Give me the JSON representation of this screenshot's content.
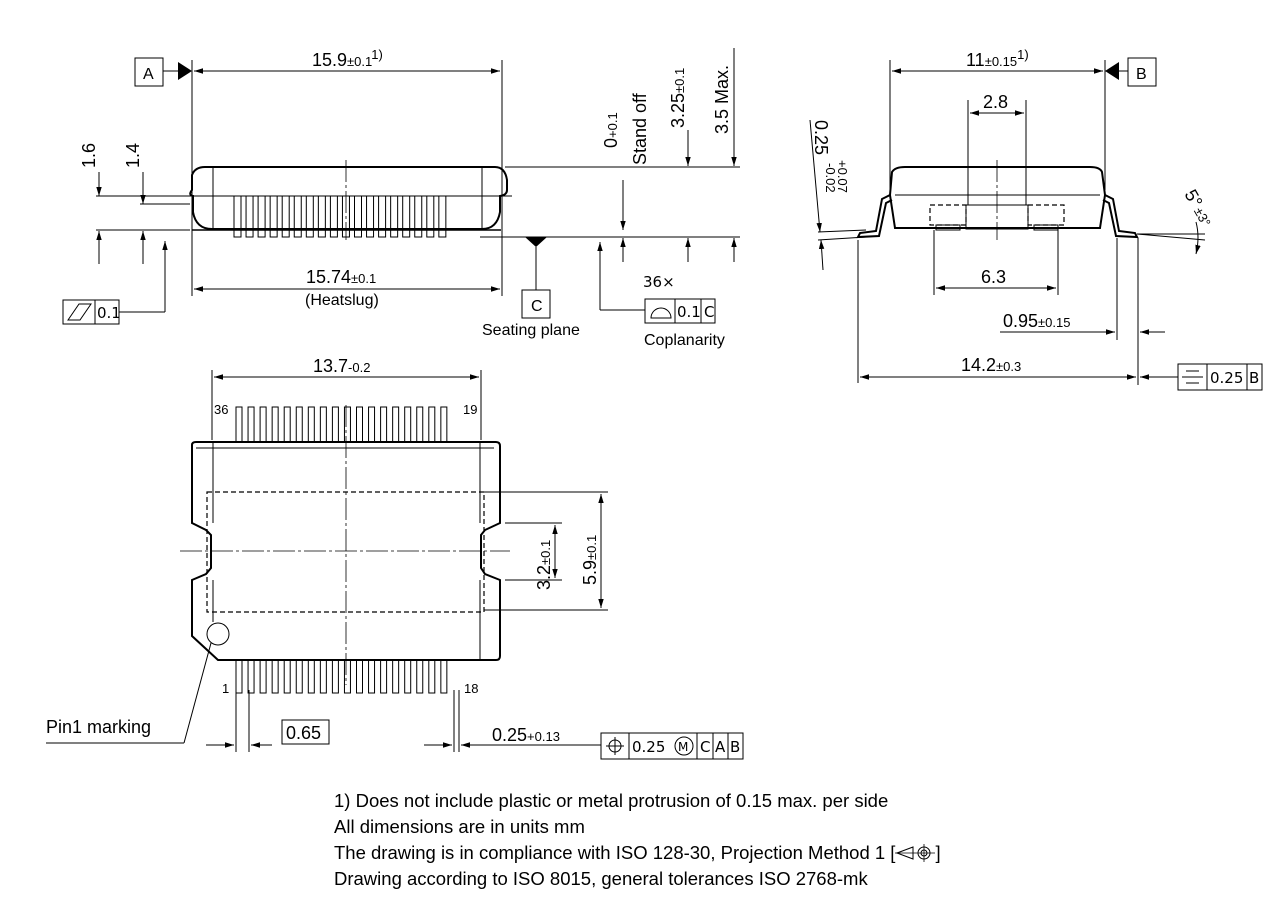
{
  "datums": {
    "a": "A",
    "b": "B",
    "c": "C"
  },
  "side_view": {
    "length_top": {
      "value": "15.9",
      "tol": "±0.1",
      "note": "1)"
    },
    "heatslug": {
      "value": "15.74",
      "tol": "±0.1",
      "label": "(Heatslug)"
    },
    "dim_1_6": "1.6",
    "dim_1_4": "1.4",
    "standoff": {
      "value": "0",
      "tol": "+0.1",
      "label": "Stand off"
    },
    "height": {
      "value": "3.25",
      "tol": "±0.1"
    },
    "max_height": "3.5 Max.",
    "seating_plane": "Seating plane",
    "flatness": "0.1",
    "coplanarity": {
      "count": "36×",
      "value": "0.1",
      "datum": "C",
      "label": "Coplanarity"
    }
  },
  "end_view": {
    "width": {
      "value": "11",
      "tol": "±0.15",
      "note": "1)"
    },
    "slug_width": "2.8",
    "lead_thickness": {
      "value": "0.25",
      "tol_plus": "+0.07",
      "tol_minus": "-0.02"
    },
    "angle": {
      "value": "5°",
      "tol": "±3°"
    },
    "pad_width": "6.3",
    "foot_length": {
      "value": "0.95",
      "tol": "±0.15"
    },
    "span": {
      "value": "14.2",
      "tol": "±0.3"
    },
    "symmetry": {
      "value": "0.25",
      "datum": "B"
    }
  },
  "top_view": {
    "body_length": {
      "value": "13.7",
      "tol": "-0.2"
    },
    "pin_36": "36",
    "pin_19": "19",
    "pin_1": "1",
    "pin_18": "18",
    "slug_width_inner": {
      "value": "3.2",
      "tol": "±0.1"
    },
    "slug_width_outer": {
      "value": "5.9",
      "tol": "±0.1"
    },
    "pin1_marking": "Pin1 marking",
    "pitch": "0.65",
    "lead_width": {
      "value": "0.25",
      "tol": "+0.13"
    },
    "position_tol": {
      "value": "0.25",
      "modifier": "M",
      "datum1": "C",
      "datum2": "A",
      "datum3": "B"
    }
  },
  "notes": [
    "1) Does not include plastic or metal protrusion of 0.15 max. per side",
    "All dimensions are in units mm",
    "The drawing is in compliance with ISO 128-30, Projection Method 1 [",
    "Drawing according to ISO 8015, general tolerances ISO 2768-mk"
  ],
  "notes_closing_bracket": "]",
  "icons": [
    "flatness-icon",
    "profile-of-surface-icon",
    "symmetry-icon",
    "position-icon",
    "projection-method-icon",
    "max-material-icon"
  ]
}
